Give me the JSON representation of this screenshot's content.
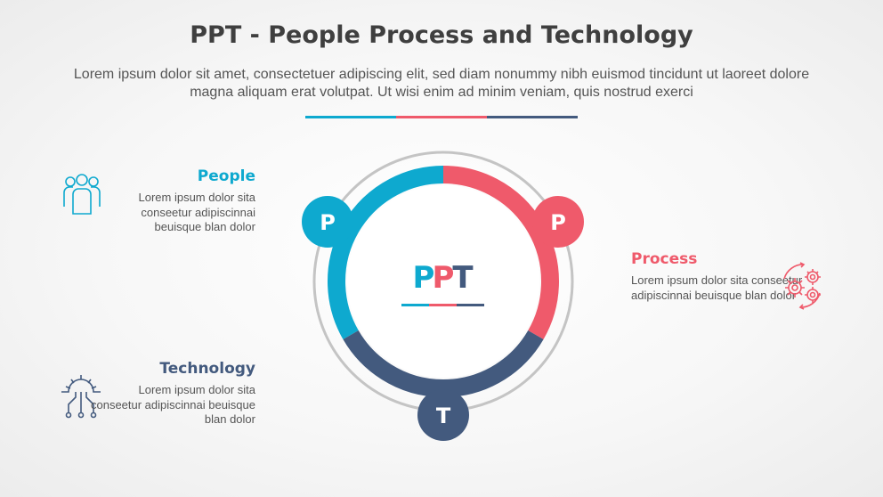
{
  "header": {
    "title": "PPT - People Process and Technology",
    "subtitle": "Lorem ipsum dolor sit amet, consectetuer adipiscing elit, sed diam nonummy nibh euismod tincidunt ut laoreet dolore magna aliquam erat volutpat. Ut wisi enim ad minim veniam, quis nostrud exerci"
  },
  "colors": {
    "cyan": "#0ea9cf",
    "red": "#ef5a6b",
    "navy": "#435a7e",
    "text": "#3f3f3f",
    "ring": "#c4c4c4"
  },
  "center": {
    "letters": [
      "P",
      "P",
      "T"
    ]
  },
  "items": {
    "people": {
      "heading": "People",
      "body": "Lorem ipsum dolor sita conseetur adipiscinnai beuisque blan dolor",
      "badge": "P",
      "icon": "people-group-icon"
    },
    "process": {
      "heading": "Process",
      "body": "Lorem ipsum dolor sita conseetur adipiscinnai beuisque blan dolor",
      "badge": "P",
      "icon": "gears-cycle-icon"
    },
    "technology": {
      "heading": "Technology",
      "body": "Lorem ipsum dolor sita conseetur adipiscinnai beuisque blan dolor",
      "badge": "T",
      "icon": "circuit-gear-icon"
    }
  }
}
